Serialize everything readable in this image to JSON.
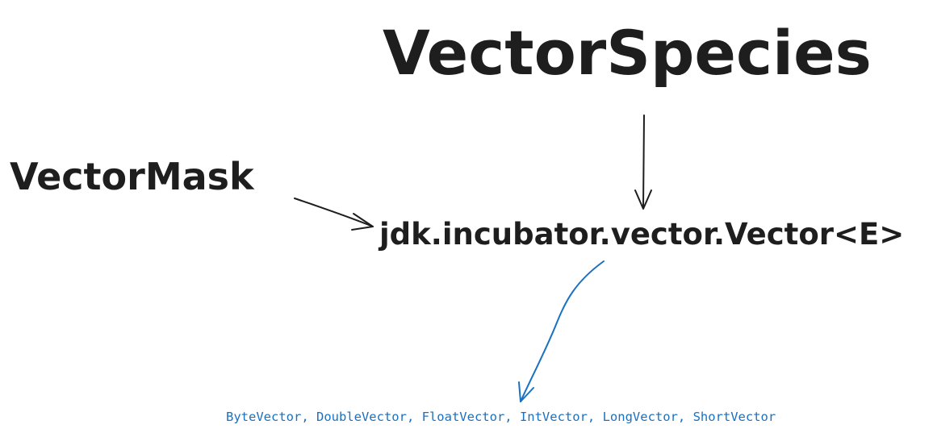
{
  "nodes": {
    "vector_species": "VectorSpecies",
    "vector_mask": "VectorMask",
    "vector": "jdk.incubator.vector.Vector<E>",
    "subclasses": "ByteVector, DoubleVector, FloatVector, IntVector, LongVector, ShortVector"
  },
  "colors": {
    "text": "#1e1e1e",
    "accent": "#1971c2",
    "background": "#ffffff"
  }
}
